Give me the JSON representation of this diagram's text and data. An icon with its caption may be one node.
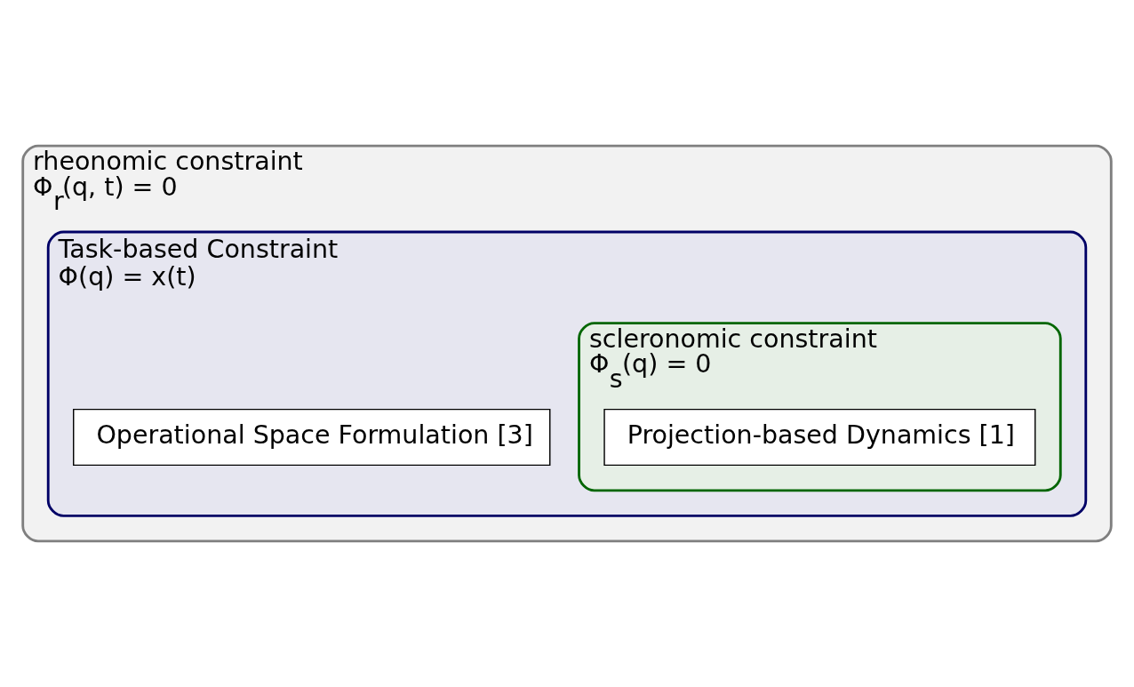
{
  "diagram": {
    "nodes": [
      {
        "text": [
          "rheonomic constraint",
          "Φ$_{r}$(q, t) = 0"
        ]
      },
      {
        "text": [
          "Task-based Constraint",
          "Φ(q) = x(t)"
        ],
        "in": 0
      },
      {
        "text": [
          "scleronomic constraint",
          "Φ$_{s}$(q) = 0"
        ],
        "in": 1
      },
      {
        "text": [
          "Projection-based Dynamics [1]"
        ],
        "in": 2
      },
      {
        "text": [
          "Operational Space Formulation [3]"
        ],
        "in": 1
      }
    ]
  }
}
